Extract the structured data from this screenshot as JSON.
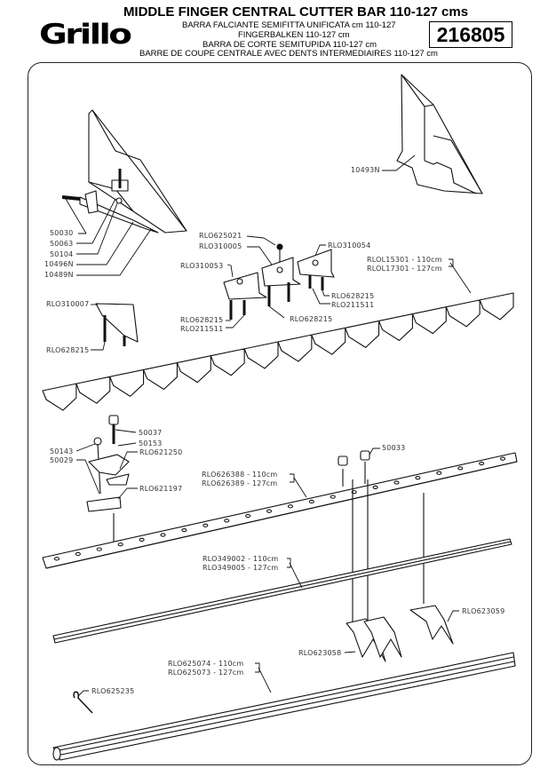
{
  "header": {
    "title": "MIDDLE FINGER CENTRAL CUTTER BAR 110-127 cms",
    "subtitle_it": "BARRA FALCIANTE SEMIFITTA UNIFICATA cm 110-127",
    "subtitle_de": "FINGERBALKEN 110-127 cm",
    "subtitle_es": "BARRA DE CORTE SEMITUPIDA 110-127 cm",
    "subtitle_fr": "BARRE DE COUPE CENTRALE AVEC DENTS INTERMEDIAIRES 110-127 cm",
    "brand": "Grillo",
    "part_code": "216805"
  },
  "parts": {
    "p10493N": "10493N",
    "p50030": "50030",
    "p50063": "50063",
    "p50104": "50104",
    "p10496N": "10496N",
    "p10489N": "10489N",
    "p625021": "RLO625021",
    "p310005": "RLO310005",
    "p310054": "RLO310054",
    "p310053": "RLO310053",
    "pRLOL1": "RLOL15301 - 110cm",
    "pRLOL2": "RLOL17301 - 127cm",
    "p628215a": "RLO628215",
    "p211511a": "RLO211511",
    "p628215b": "RLO628215",
    "p211511b": "RLO211511",
    "p628215c": "RLO628215",
    "p310007": "RLO310007",
    "p628215d": "RLO628215",
    "p50037": "50037",
    "p50153": "50153",
    "p50143": "50143",
    "p621250": "RLO621250",
    "p50029": "50029",
    "p621197": "RLO621197",
    "p50033": "50033",
    "p626388": "RLO626388 - 110cm",
    "p626389": "RLO626389 - 127cm",
    "p349002": "RLO349002 - 110cm",
    "p349005": "RLO349005 - 127cm",
    "p623059": "RLO623059",
    "p623058": "RLO623058",
    "p625074": "RLO625074 - 110cm",
    "p625073": "RLO625073 - 127cm",
    "p625235": "RLO625235"
  }
}
